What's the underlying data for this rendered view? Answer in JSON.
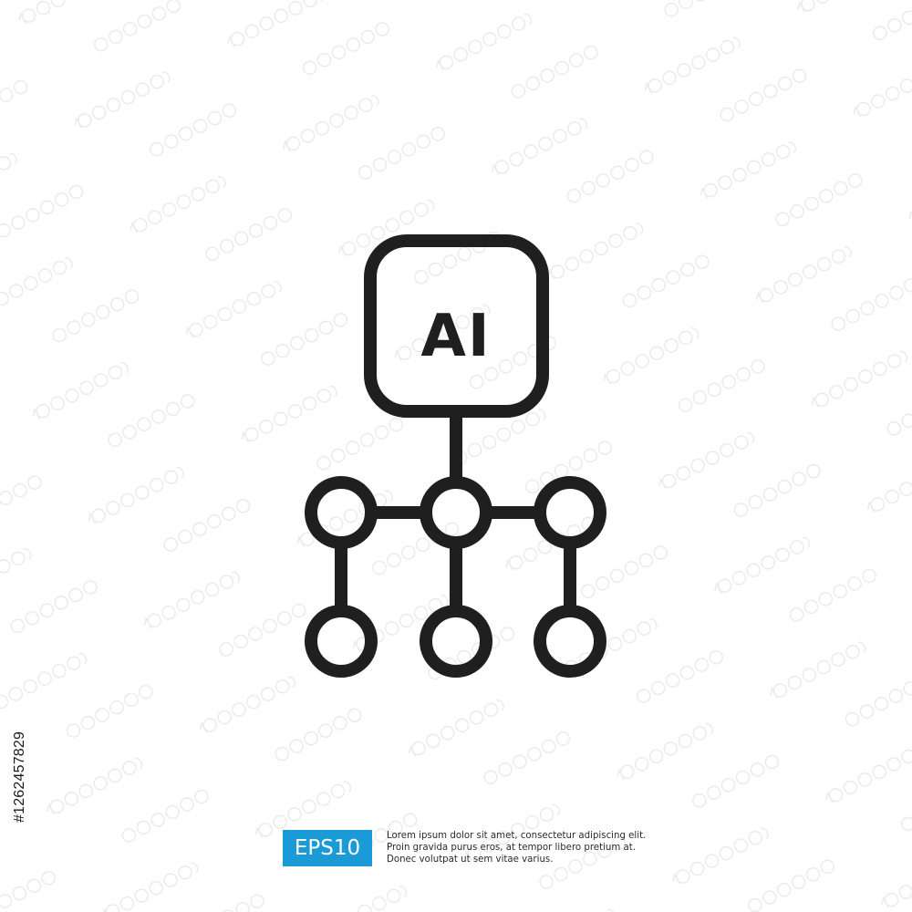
{
  "icon": {
    "label": "AI",
    "name": "ai-hierarchy-network-icon",
    "stroke_color": "#1f1f1f"
  },
  "stock_id": "#1262457829",
  "eps": {
    "badge": "EPS10",
    "description_lines": [
      "Lorem ipsum dolor sit amet, consectetur adipiscing elit.",
      "Proin gravida purus eros, at tempor libero pretium at.",
      "Donec volutpat ut sem vitae varius."
    ],
    "badge_color": "#1a9ad6"
  },
  "background_color": "#ffffff"
}
